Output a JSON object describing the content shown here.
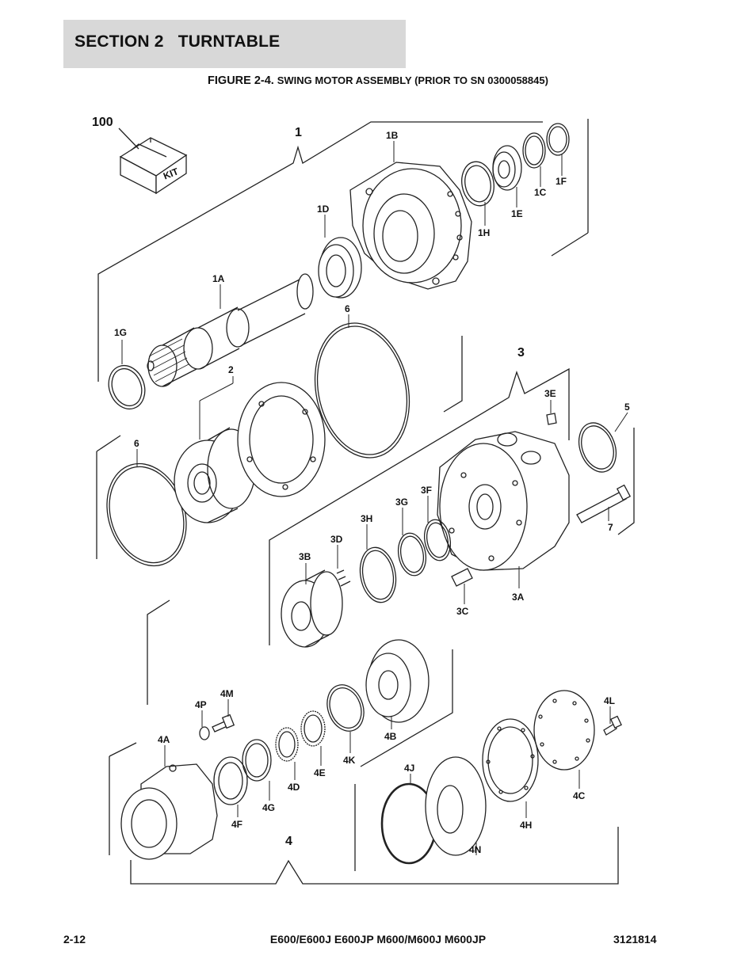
{
  "header": {
    "section_title": "SECTION 2   TURNTABLE"
  },
  "figure": {
    "number": "FIGURE 2-4.",
    "name": "SWING MOTOR ASSEMBLY (PRIOR TO SN 0300058845)"
  },
  "diagram": {
    "kit_label": "100",
    "kit_box_text": "KIT",
    "group_labels": [
      "1",
      "3",
      "4"
    ],
    "part_labels": [
      "1A",
      "1B",
      "1C",
      "1D",
      "1E",
      "1F",
      "1G",
      "1H",
      "2",
      "5",
      "6",
      "6",
      "7",
      "3A",
      "3B",
      "3C",
      "3D",
      "3E",
      "3F",
      "3G",
      "3H",
      "4A",
      "4B",
      "4C",
      "4D",
      "4E",
      "4F",
      "4G",
      "4H",
      "4J",
      "4K",
      "4L",
      "4M",
      "4N",
      "4P"
    ]
  },
  "footer": {
    "page_number": "2-12",
    "models": "E600/E600J E600JP M600/M600J M600JP",
    "doc_number": "3121814"
  }
}
